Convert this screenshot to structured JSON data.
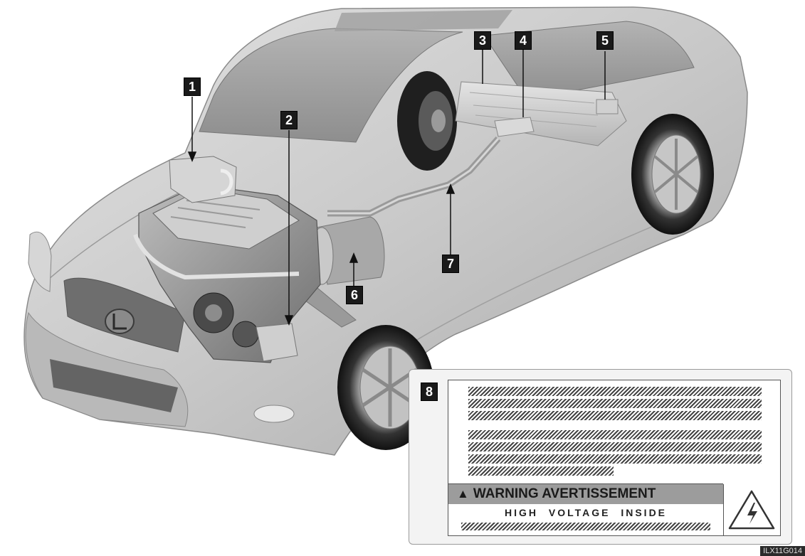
{
  "callouts": [
    "1",
    "2",
    "3",
    "4",
    "5",
    "6",
    "7",
    "8"
  ],
  "label": {
    "warning_text": "WARNING AVERTISSEMENT",
    "high_voltage_text": "HIGH VOLTAGE INSIDE"
  },
  "icons": {
    "warning": "warning-triangle-icon",
    "high_voltage": "high-voltage-icon",
    "brand_logo": "lexus-logo-icon"
  },
  "footer_code": "ILX11G014",
  "colors": {
    "car_body": "#c7c7c7",
    "callout_bg": "#1a1a1a",
    "warning_band": "#9c9c9c"
  }
}
